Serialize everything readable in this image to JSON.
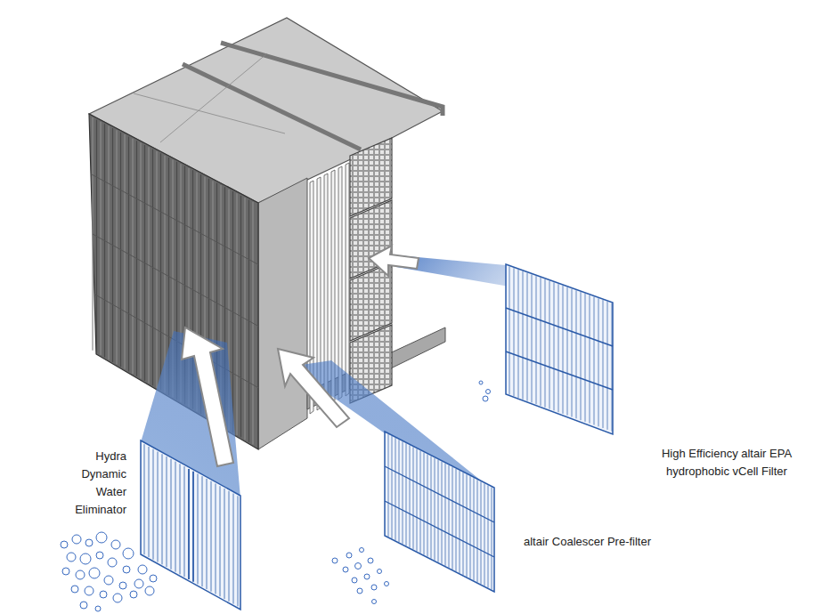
{
  "diagram": {
    "labels": [
      "Hydra Dynamic Water Eliminator",
      "altair Coalescer Pre-filter",
      "High Efficiency altair EPA hydrophobic vCell Filter"
    ]
  }
}
